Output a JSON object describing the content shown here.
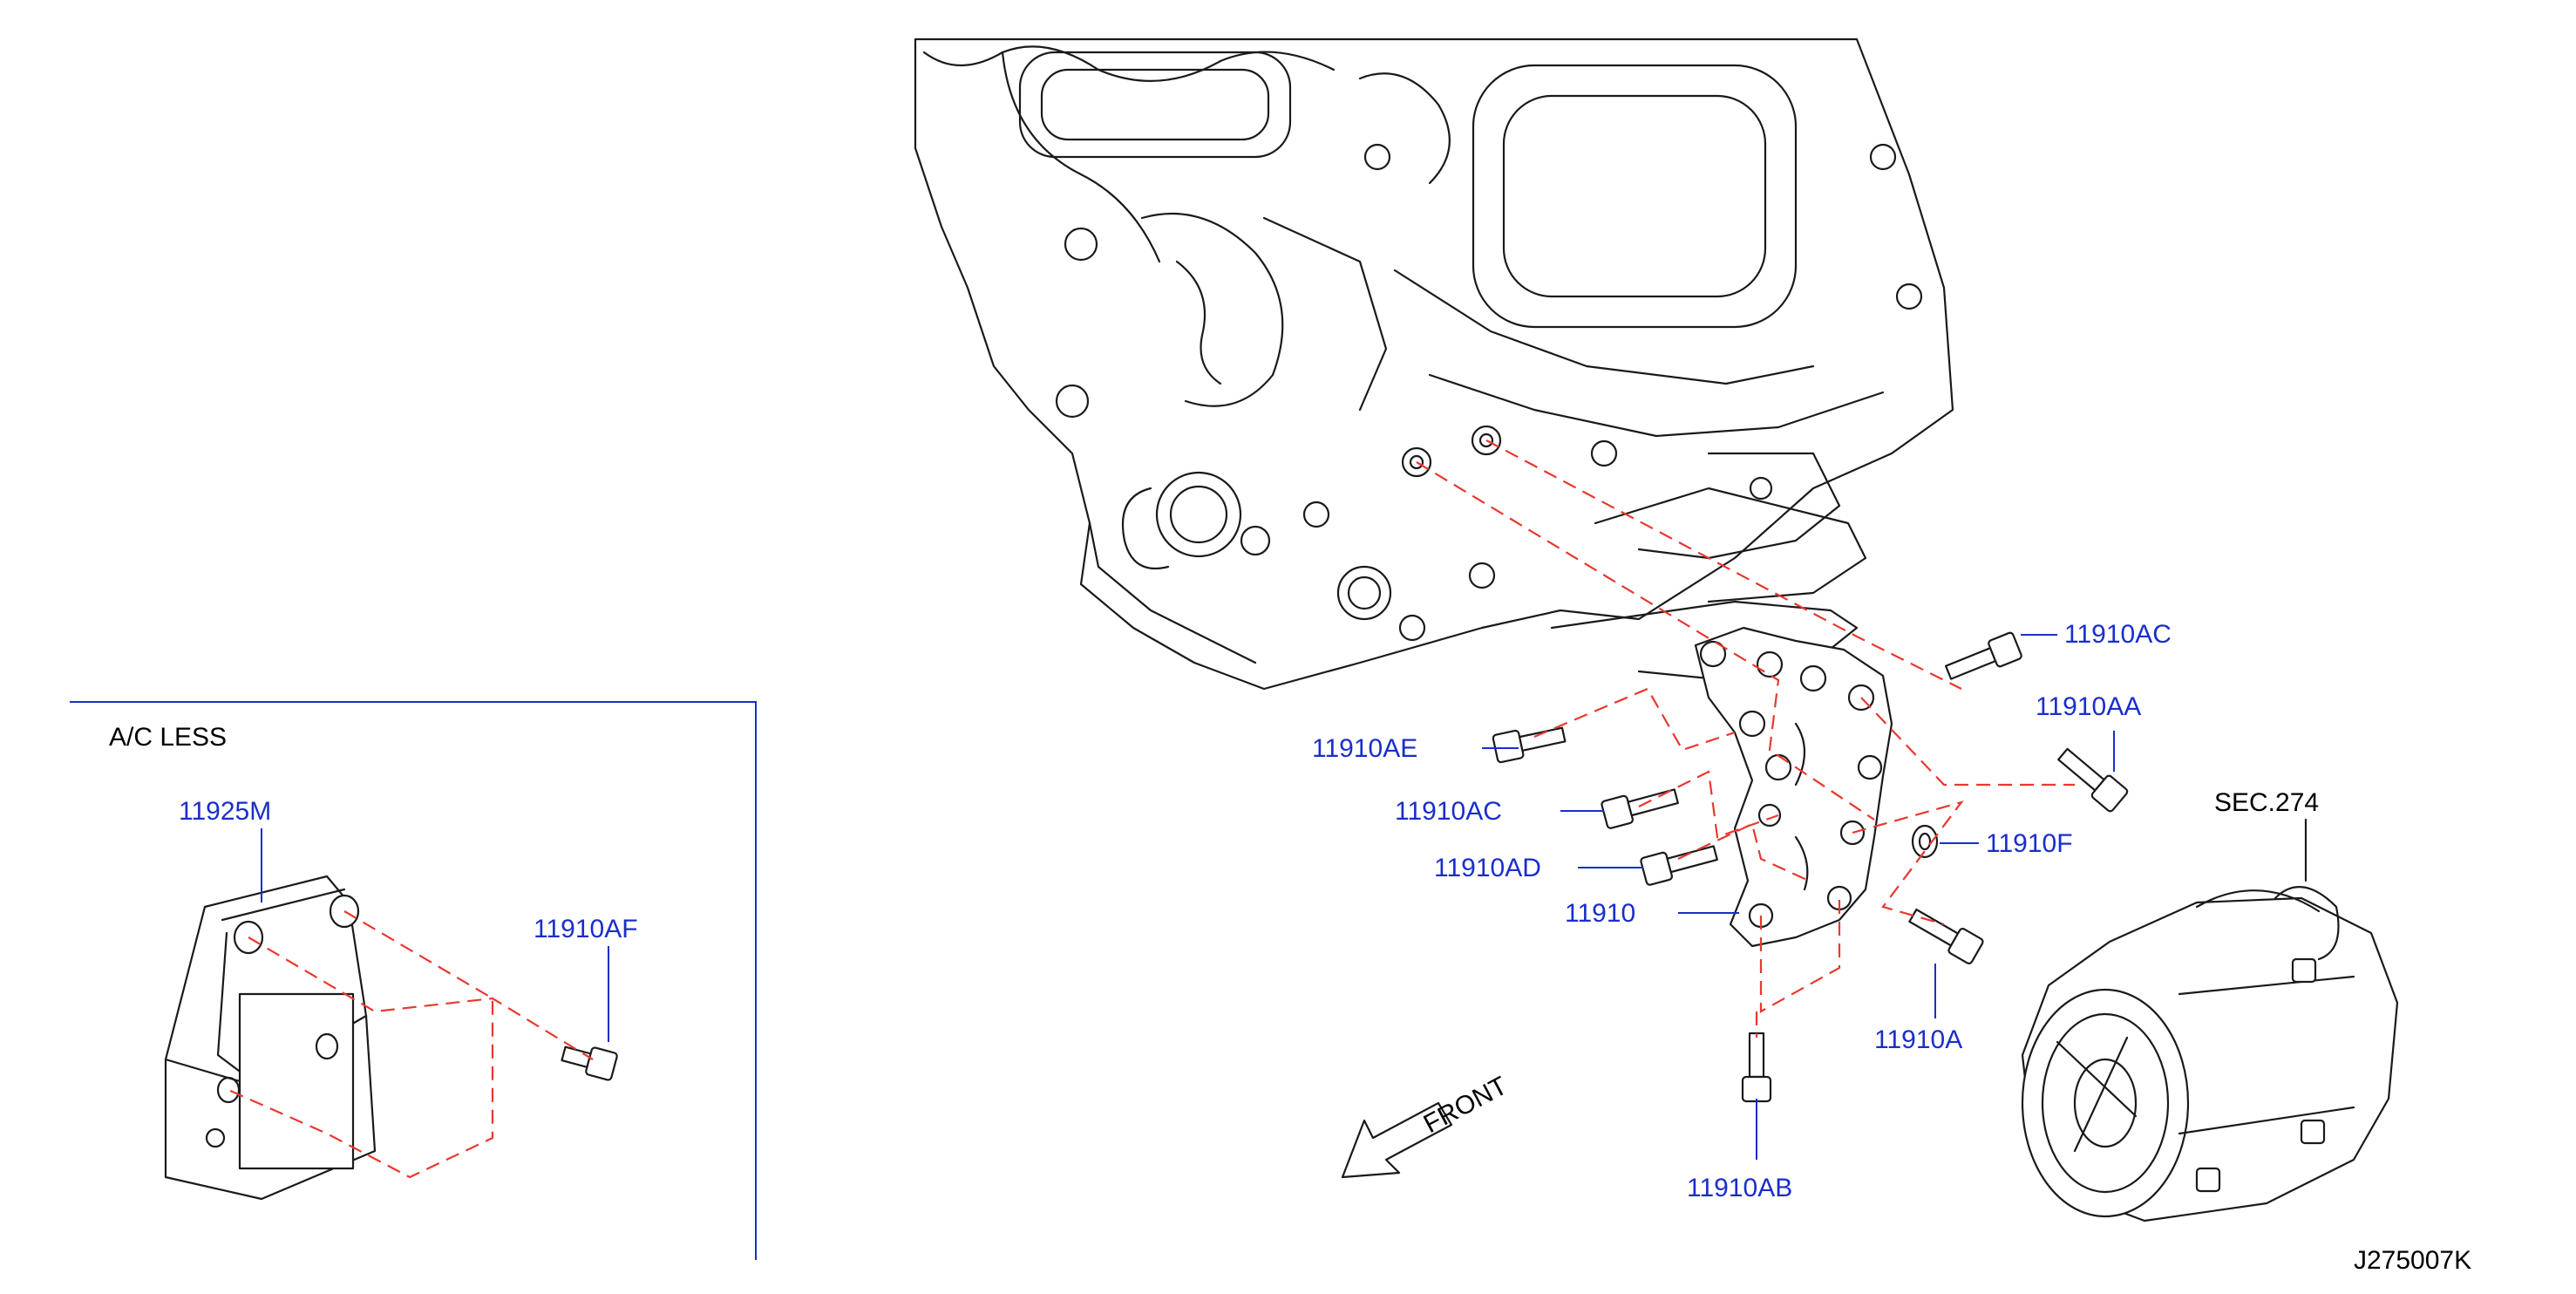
{
  "diagram": {
    "inset_title": "A/C  LESS",
    "section_ref": "SEC.274",
    "direction_label": "FRONT",
    "drawing_code": "J275007K",
    "part_labels": {
      "bracket_ac_less": "11925M",
      "bolt_ac_less": "11910AF",
      "bolt_ac_top": "11910AC",
      "bolt_aa": "11910AA",
      "bolt_ae": "11910AE",
      "bolt_ac_mid": "11910AC",
      "washer_f": "11910F",
      "bolt_ad": "11910AD",
      "bracket_main": "11910",
      "bolt_a": "11910A",
      "bolt_ab": "11910AB"
    }
  },
  "colors": {
    "label_blue": "#1a2ecb",
    "dash_red": "#e8382f",
    "line_black": "#1a1a1a"
  }
}
